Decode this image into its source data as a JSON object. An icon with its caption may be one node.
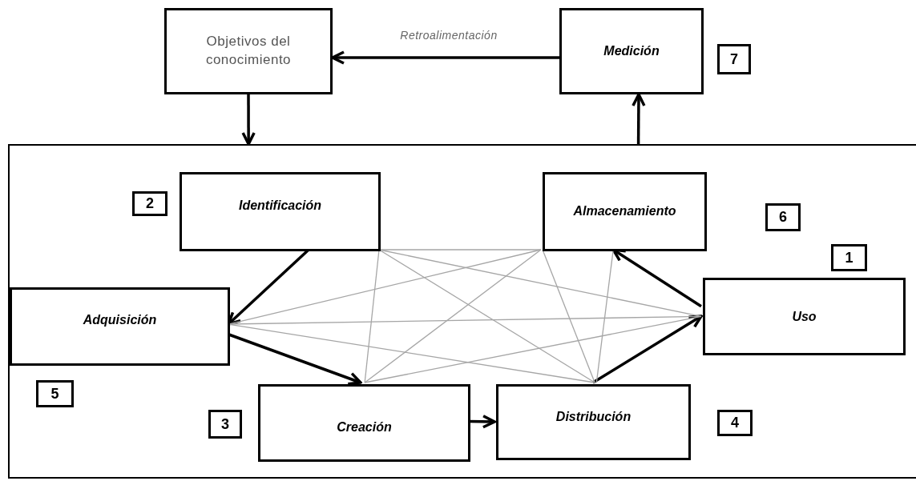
{
  "diagram": {
    "nodes": [
      {
        "text": [
          "Objetivos del conocimiento"
        ]
      },
      {
        "text": [
          "Medición"
        ]
      },
      {
        "text": [
          "7"
        ]
      },
      {
        "text": [],
        "shape": "box"
      },
      {
        "text": [
          "Identificación"
        ],
        "in": 3
      },
      {
        "text": [
          "2"
        ],
        "in": 3
      },
      {
        "text": [
          "Almacenamiento"
        ],
        "in": 3
      },
      {
        "text": [
          "6"
        ],
        "in": 3
      },
      {
        "text": [
          "1"
        ],
        "in": 3
      },
      {
        "text": [
          "Adquisición"
        ],
        "in": 3
      },
      {
        "text": [
          "Uso"
        ],
        "in": 3
      },
      {
        "text": [
          "5"
        ],
        "in": 3
      },
      {
        "text": [
          "3"
        ],
        "in": 3
      },
      {
        "text": [
          "Creación"
        ],
        "in": 3
      },
      {
        "text": [
          "Distribución"
        ],
        "in": 3
      },
      {
        "text": [
          "4"
        ],
        "in": 3
      }
    ],
    "edges": [
      {
        "from": 1,
        "to": 0,
        "arrow": "to",
        "label": "Retroalimentación",
        "style": "thick",
        "color": "#000000"
      },
      {
        "from": 0,
        "to": 3,
        "arrow": "to",
        "style": "thick",
        "color": "#000000"
      },
      {
        "from": 3,
        "to": 1,
        "arrow": "to",
        "style": "thick",
        "color": "#000000"
      },
      {
        "from": 4,
        "to": 9,
        "arrow": "to",
        "style": "thick",
        "color": "#000000"
      },
      {
        "from": 9,
        "to": 13,
        "arrow": "to",
        "style": "thick",
        "color": "#000000"
      },
      {
        "from": 13,
        "to": 14,
        "arrow": "to",
        "style": "thick",
        "color": "#000000"
      },
      {
        "from": 14,
        "to": 10,
        "arrow": "to",
        "style": "thick",
        "color": "#000000"
      },
      {
        "from": 10,
        "to": 6,
        "arrow": "to",
        "style": "thick",
        "color": "#000000"
      },
      {
        "from": 4,
        "to": 6,
        "arrow": "none"
      },
      {
        "from": 4,
        "to": 13,
        "arrow": "none"
      },
      {
        "from": 4,
        "to": 14,
        "arrow": "none"
      },
      {
        "from": 4,
        "to": 10,
        "arrow": "none"
      },
      {
        "from": 6,
        "to": 9,
        "arrow": "none"
      },
      {
        "from": 6,
        "to": 13,
        "arrow": "none"
      },
      {
        "from": 6,
        "to": 14,
        "arrow": "none"
      },
      {
        "from": 9,
        "to": 10,
        "arrow": "none"
      },
      {
        "from": 9,
        "to": 14,
        "arrow": "none"
      },
      {
        "from": 13,
        "to": 10,
        "arrow": "none"
      },
      {
        "from": 14,
        "to": 6,
        "arrow": "none"
      }
    ]
  }
}
